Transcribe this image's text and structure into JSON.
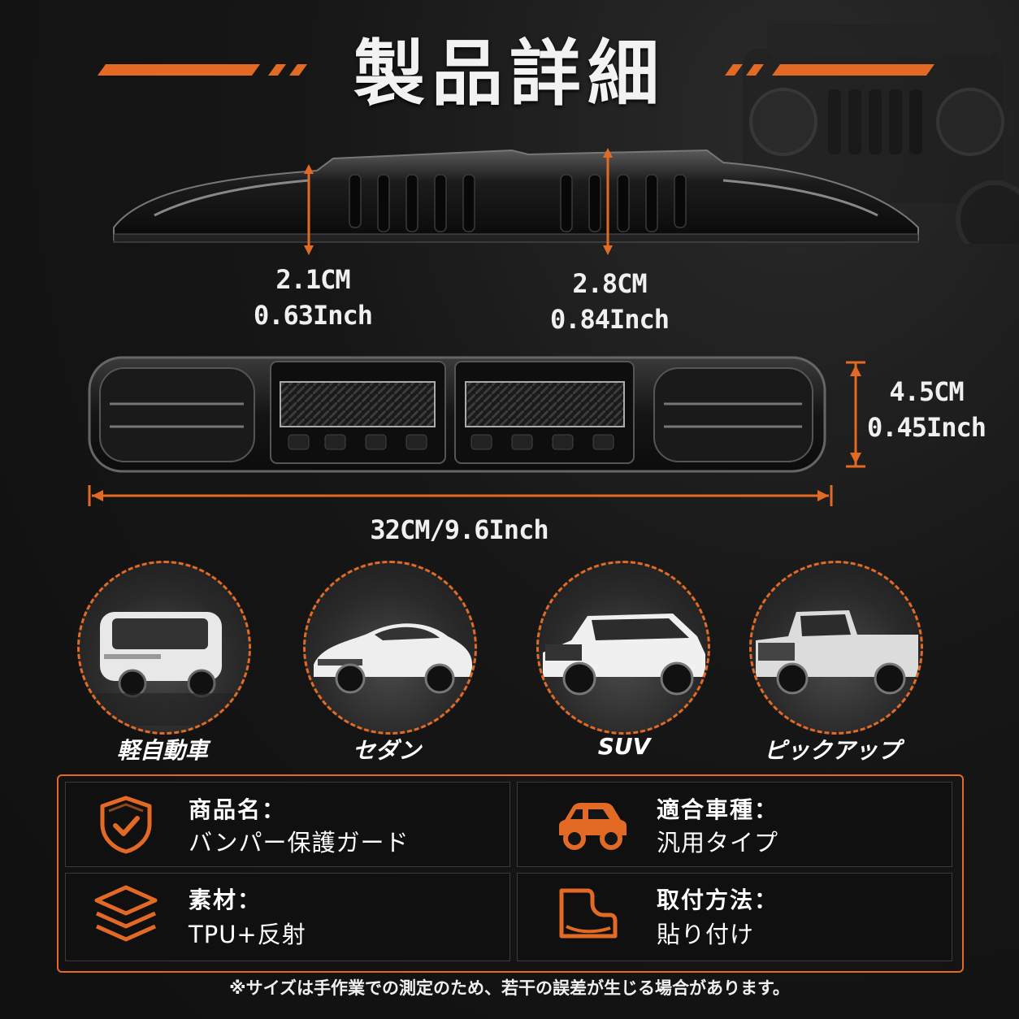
{
  "title": "製品詳細",
  "dimensions": {
    "side_left_cm": "2.1CM",
    "side_left_inch": "0.63Inch",
    "side_center_cm": "2.8CM",
    "side_center_inch": "0.84Inch",
    "width_cm": "4.5CM",
    "width_inch": "0.45Inch",
    "length": "32CM/9.6Inch"
  },
  "car_types": [
    {
      "label": "軽自動車"
    },
    {
      "label": "セダン"
    },
    {
      "label": "SUV"
    },
    {
      "label": "ピックアップ"
    }
  ],
  "specs": {
    "name_label": "商品名：",
    "name_value": "バンパー保護ガード",
    "fit_label": "適合車種：",
    "fit_value": "汎用タイプ",
    "material_label": "素材：",
    "material_value": "TPU+反射",
    "install_label": "取付方法：",
    "install_value": "貼り付け"
  },
  "note": "※サイズは手作業での測定のため、若干の誤差が生じる場合があります。",
  "colors": {
    "accent": "#e36a24",
    "background": "#141414",
    "cell": "#101010"
  },
  "icons": [
    "shield-check-icon",
    "car-icon",
    "layers-icon",
    "bumper-corner-icon"
  ]
}
